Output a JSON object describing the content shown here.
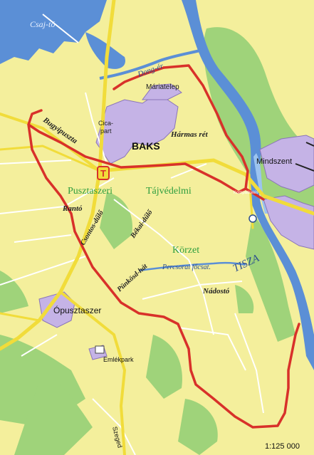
{
  "map": {
    "scale": "1:125 000",
    "labels": {
      "csaj_to": "Csaj-tó",
      "deng_er": "Dong-ér",
      "mariatelep": "Máriatelep",
      "cicapart": "Cica-\npart",
      "baks": "BAKS",
      "harmas_ret": "Hármas rét",
      "bugyipuszta": "Bugyipuszta",
      "pusztaszeri": "Pusztaszeri",
      "tajvedelmi": "Tájvédelmi",
      "korzet": "Körzet",
      "ranto": "Rantó",
      "csontos_dulo": "Csontos-dűlő",
      "bekai_dulo": "Békai-dűlő",
      "punkosd_hat": "Pünkösd-hát",
      "percsorai_focsat": "Percsorai főcsat.",
      "nadosto": "Nádostó",
      "mindszent": "Mindszent",
      "tisza": "TISZA",
      "opusztaszer": "Ópusztaszer",
      "emlekpark": "Emlékpark",
      "szeged": "Szeged",
      "info_badge": "T",
      "ferry": "Kompátkelés"
    },
    "colors": {
      "land": "#f4ef9c",
      "forest": "#9fd37a",
      "water": "#5b8fd6",
      "water_light": "#9cc4ef",
      "settlement": "#c5b3e6",
      "road_main": "#f1dc3a",
      "road_secondary": "#ffffff",
      "route": "#d8312a",
      "protected_text": "#2f9e3f"
    }
  }
}
